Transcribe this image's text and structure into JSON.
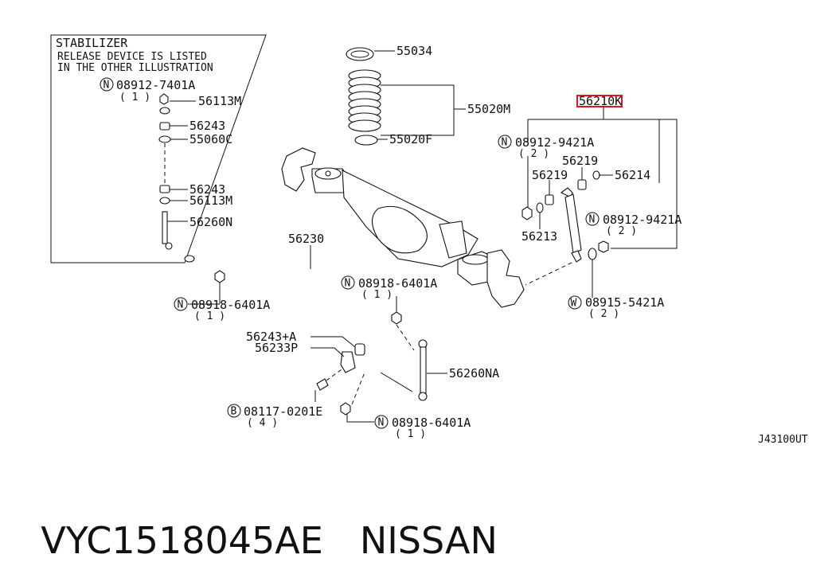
{
  "diagram": {
    "inset": {
      "title": "STABILIZER",
      "line2": "RELEASE DEVICE IS LISTED",
      "line3": "IN THE OTHER ILLUSTRATION",
      "bolt_code": "08912-7401A",
      "bolt_qty": "( 1 )",
      "parts": [
        "56113M",
        "56243",
        "55060C",
        "56243",
        "56113M",
        "56260N"
      ]
    },
    "spring": {
      "seat_top": "55034",
      "spring": "55020M",
      "seat_bottom": "55020F"
    },
    "shock": {
      "kit": "56210K",
      "kit_highlight": "#e0161f",
      "nut_top_code": "08912-9421A",
      "nut_top_qty": "( 2 )",
      "bush_a": "56219",
      "bush_b": "56219",
      "bush_c": "56214",
      "bush_d": "56213",
      "nut_bottom_code": "08912-9421A",
      "nut_bottom_qty": "( 2 )",
      "washer_code": "08915-5421A",
      "washer_qty": "( 2 )"
    },
    "bar": {
      "bar": "56230",
      "nut_left_code": "08918-6401A",
      "nut_left_qty": "( 1 )",
      "nut_mid_code": "08918-6401A",
      "nut_mid_qty": "( 1 )",
      "bush_bracket": "56243+A",
      "clamp": "56233P",
      "link": "56260NA",
      "bolt_code": "08117-0201E",
      "bolt_qty": "( 4 )",
      "nut_low_code": "08918-6401A",
      "nut_low_qty": "( 1 )"
    },
    "symbols": {
      "nut": "N",
      "bolt": "B",
      "washer": "W"
    },
    "drawing_id": "J43100UT"
  },
  "footer": {
    "part_number": "VYC1518045AE",
    "brand": "NISSAN"
  }
}
